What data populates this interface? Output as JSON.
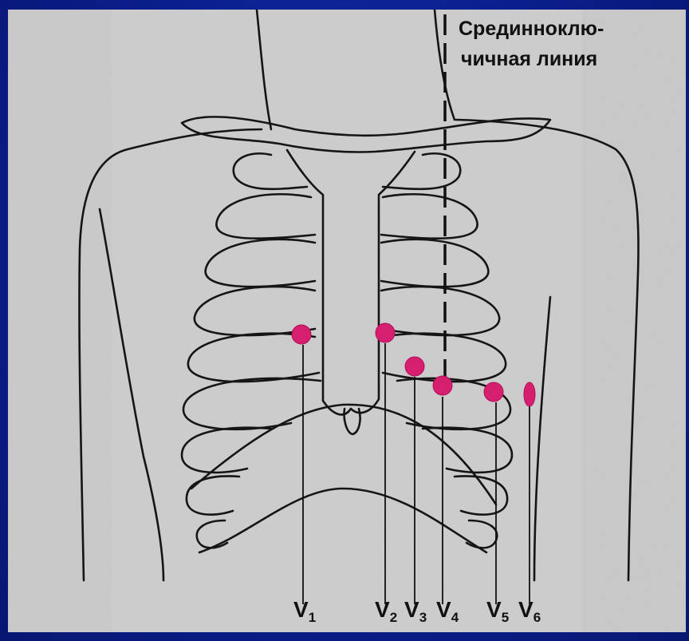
{
  "caption": {
    "line1": "Срединноклю-",
    "line2": "чичная линия"
  },
  "leads": [
    {
      "letter": "V",
      "num": "1"
    },
    {
      "letter": "V",
      "num": "2"
    },
    {
      "letter": "V",
      "num": "3"
    },
    {
      "letter": "V",
      "num": "4"
    },
    {
      "letter": "V",
      "num": "5"
    },
    {
      "letter": "V",
      "num": "6"
    }
  ],
  "colors": {
    "frame": "#0b1f8f",
    "paper": "#cfcfcf",
    "ink": "#111111",
    "electrode": "#d6206f"
  }
}
